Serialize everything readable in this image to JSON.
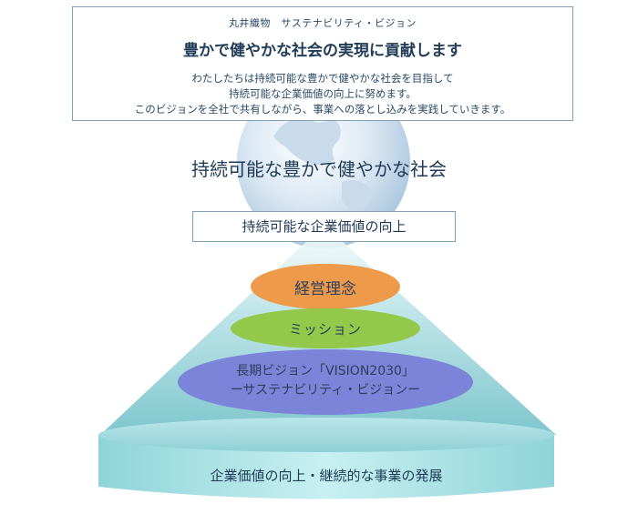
{
  "header": {
    "subtitle": "丸井織物　サステナビリティ・ビジョン",
    "title": "豊かで健やかな社会の実現に貢献します",
    "lines": [
      "わたしたちは持続可能な豊かで健やかな社会を目指して",
      "持続可能な企業価値の向上に努めます。",
      "このビジョンを全社で共有しながら、事業への落とし込みを実践していきます。"
    ]
  },
  "society_label": "持続可能な豊かで健やかな社会",
  "value_label": "持続可能な企業価値の向上",
  "layers": {
    "philosophy": "経営理念",
    "mission": "ミッション",
    "vision_line1": "長期ビジョン「VISION2030」",
    "vision_line2": "ーサステナビリティ・ビジョンー"
  },
  "base_label": "企業価値の向上・継続的な事業の発展",
  "colors": {
    "philosophy": "#ed9a4a",
    "mission": "#93c84a",
    "vision": "#7b84d8",
    "pyramid": "#8fd0d6",
    "base": "#9ee0e4"
  }
}
